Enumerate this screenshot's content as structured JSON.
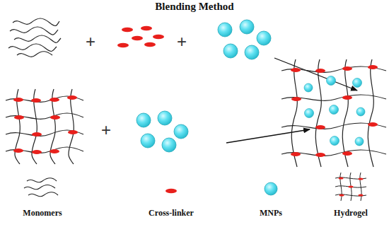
{
  "diagram": {
    "title": "Blending Method",
    "labels": [
      "+",
      "+",
      "+"
    ],
    "legend": [
      {
        "text": "Monomers"
      },
      {
        "text": "Cross-linker"
      },
      {
        "text": "MNPs"
      },
      {
        "text": "Hydrogel"
      }
    ]
  }
}
